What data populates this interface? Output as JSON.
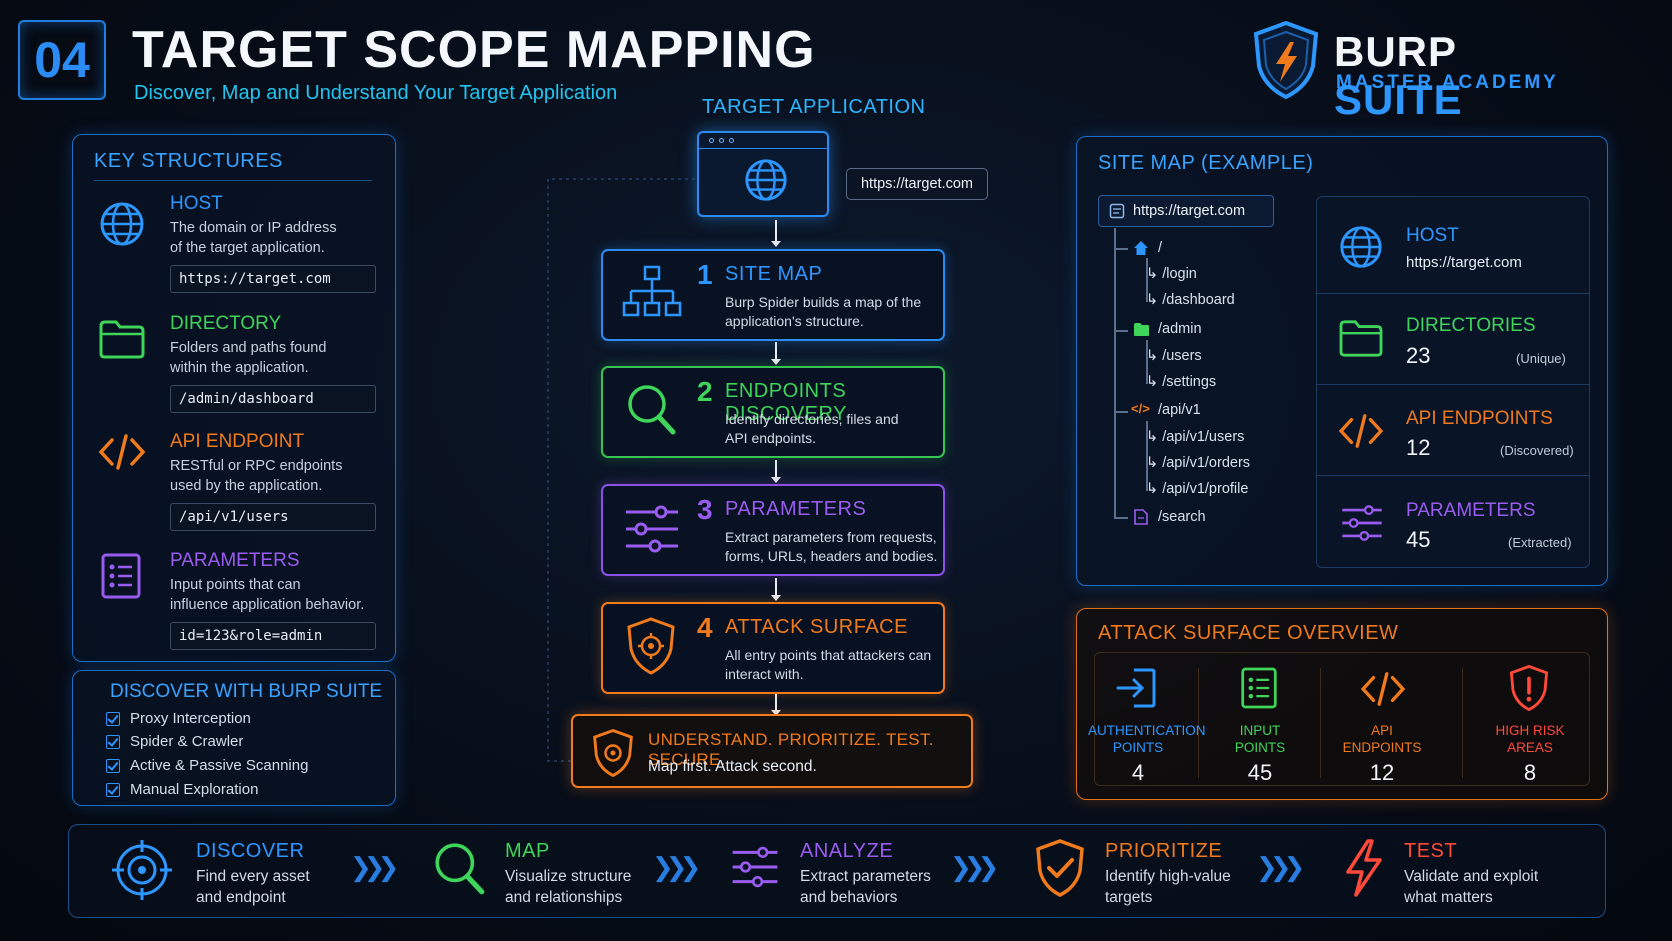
{
  "header": {
    "number": "04",
    "title": "TARGET SCOPE MAPPING",
    "subtitle": "Discover, Map and Understand Your Target Application"
  },
  "logo": {
    "burp": "BURP",
    "suite": "SUITE",
    "academy": "MASTER ACADEMY"
  },
  "key_structures": {
    "title": "KEY STRUCTURES",
    "items": [
      {
        "title": "HOST",
        "desc_1": "The domain or IP address",
        "desc_2": "of the target application.",
        "example": "https://target.com",
        "icon": "globe-icon",
        "color": "#2e97ff"
      },
      {
        "title": "DIRECTORY",
        "desc_1": "Folders and paths found",
        "desc_2": "within the application.",
        "example": "/admin/dashboard",
        "icon": "folder-icon",
        "color": "#3fd45a"
      },
      {
        "title": "API ENDPOINT",
        "desc_1": "RESTful or RPC endpoints",
        "desc_2": "used by the application.",
        "example": "/api/v1/users",
        "icon": "code-icon",
        "color": "#f07a1c"
      },
      {
        "title": "PARAMETERS",
        "desc_1": "Input points that can",
        "desc_2": "influence application behavior.",
        "example": "id=123&role=admin",
        "icon": "list-icon",
        "color": "#9a5cf0"
      }
    ]
  },
  "discover_with": {
    "title": "DISCOVER WITH BURP SUITE",
    "items": [
      "Proxy Interception",
      "Spider & Crawler",
      "Active & Passive Scanning",
      "Manual Exploration"
    ]
  },
  "target": {
    "title": "TARGET APPLICATION",
    "url": "https://target.com"
  },
  "steps": [
    {
      "num": "1",
      "name": "SITE MAP",
      "desc_1": "Burp Spider builds a map of the",
      "desc_2": "application's structure.",
      "color": "#2e97ff",
      "icon": "sitemap-icon"
    },
    {
      "num": "2",
      "name": "ENDPOINTS DISCOVERY",
      "desc_1": "Identify directories, files and",
      "desc_2": "API endpoints.",
      "color": "#3fd45a",
      "icon": "search-icon"
    },
    {
      "num": "3",
      "name": "PARAMETERS",
      "desc_1": "Extract parameters from requests,",
      "desc_2": "forms, URLs, headers and bodies.",
      "color": "#9a5cf0",
      "icon": "sliders-icon"
    },
    {
      "num": "4",
      "name": "ATTACK SURFACE",
      "desc_1": "All entry points that attackers can",
      "desc_2": "interact with.",
      "color": "#f07a1c",
      "icon": "shield-target-icon"
    }
  ],
  "final": {
    "headline": "UNDERSTAND. PRIORITIZE. TEST. SECURE.",
    "sub": "Map first. Attack second."
  },
  "site_map": {
    "title": "SITE MAP (EXAMPLE)",
    "root": "https://target.com",
    "tree": [
      "/",
      "/login",
      "/dashboard",
      "/admin",
      "/users",
      "/settings",
      "/api/v1",
      "/api/v1/users",
      "/api/v1/orders",
      "/api/v1/profile",
      "/search"
    ],
    "stats": [
      {
        "name": "HOST",
        "value": "https://target.com",
        "note": "",
        "color": "#2e97ff",
        "icon": "globe-icon"
      },
      {
        "name": "DIRECTORIES",
        "value": "23",
        "note": "(Unique)",
        "color": "#3fd45a",
        "icon": "folder-icon"
      },
      {
        "name": "API ENDPOINTS",
        "value": "12",
        "note": "(Discovered)",
        "color": "#f07a1c",
        "icon": "code-icon"
      },
      {
        "name": "PARAMETERS",
        "value": "45",
        "note": "(Extracted)",
        "color": "#9a5cf0",
        "icon": "sliders-icon"
      }
    ]
  },
  "attack_surface": {
    "title": "ATTACK SURFACE OVERVIEW",
    "cells": [
      {
        "label_1": "AUTHENTICATION",
        "label_2": "POINTS",
        "value": "4",
        "color": "#2e97ff",
        "icon": "login-icon"
      },
      {
        "label_1": "INPUT",
        "label_2": "POINTS",
        "value": "45",
        "color": "#3fd45a",
        "icon": "form-icon"
      },
      {
        "label_1": "API",
        "label_2": "ENDPOINTS",
        "value": "12",
        "color": "#f07a1c",
        "icon": "code-icon"
      },
      {
        "label_1": "HIGH RISK",
        "label_2": "AREAS",
        "value": "8",
        "color": "#ff4a3a",
        "icon": "alert-shield-icon"
      }
    ]
  },
  "phases": [
    {
      "name": "DISCOVER",
      "desc_1": "Find every asset",
      "desc_2": "and endpoint",
      "color": "#2e97ff",
      "icon": "target-icon"
    },
    {
      "name": "MAP",
      "desc_1": "Visualize structure",
      "desc_2": "and relationships",
      "color": "#3fd45a",
      "icon": "search-icon"
    },
    {
      "name": "ANALYZE",
      "desc_1": "Extract parameters",
      "desc_2": "and behaviors",
      "color": "#9a5cf0",
      "icon": "sliders-icon"
    },
    {
      "name": "PRIORITIZE",
      "desc_1": "Identify high-value",
      "desc_2": "targets",
      "color": "#f07a1c",
      "icon": "shield-check-icon"
    },
    {
      "name": "TEST",
      "desc_1": "Validate and exploit",
      "desc_2": "what matters",
      "color": "#ff4a3a",
      "icon": "lightning-icon"
    }
  ]
}
